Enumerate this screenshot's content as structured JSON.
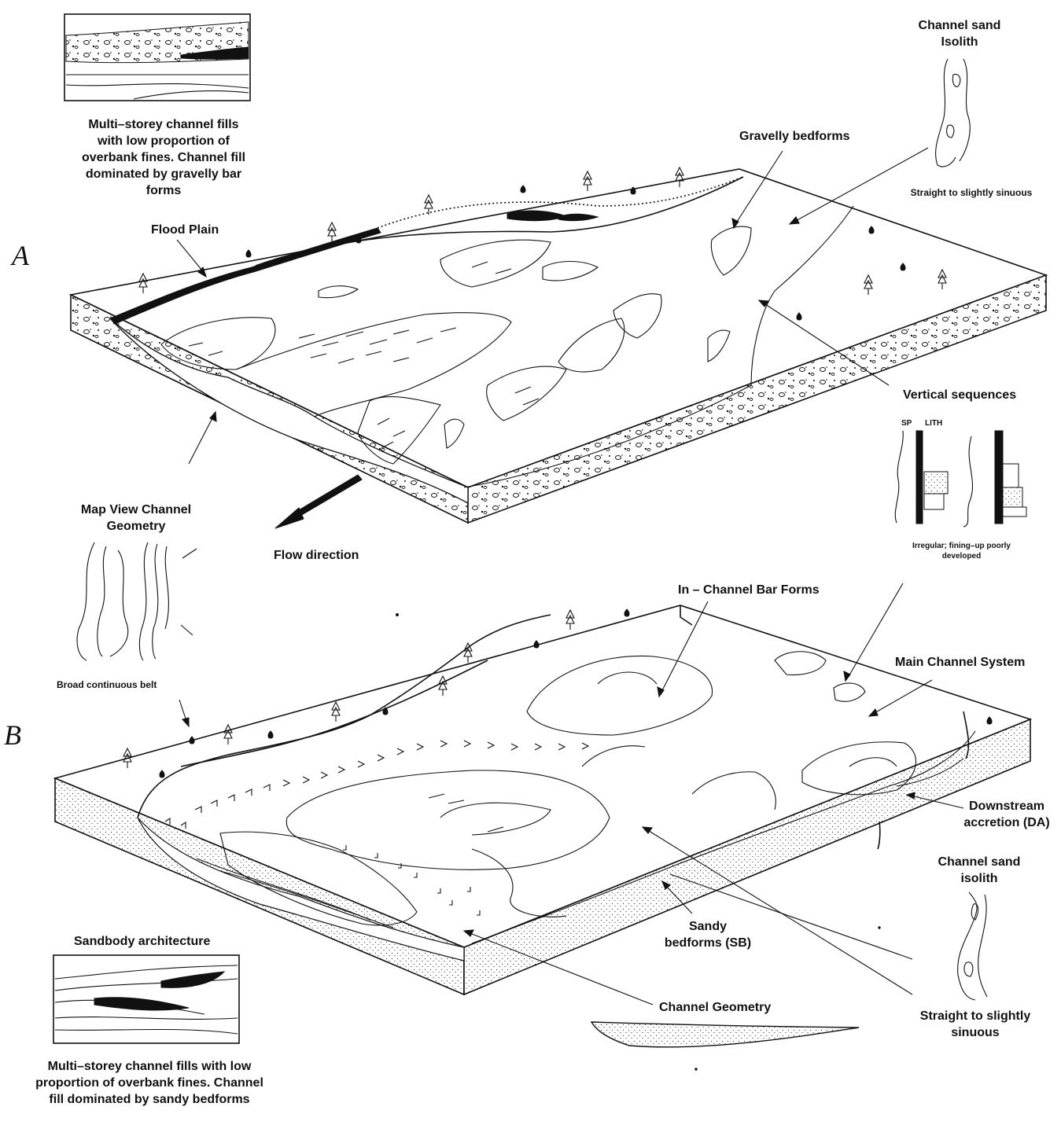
{
  "panels": {
    "a_letter": "A",
    "b_letter": "B"
  },
  "panel_a": {
    "inset_caption": "Multi–storey channel fills with low proportion of overbank fines. Channel fill dominated by gravelly bar forms",
    "isolith_title": "Channel sand Isolith",
    "isolith_caption": "Straight to slightly sinuous",
    "gravelly_bedforms": "Gravelly bedforms",
    "flood_plain": "Flood Plain",
    "vertical_sequences": "Vertical sequences",
    "log_sp": "SP",
    "log_lith": "LITH",
    "log_caption": "Irregular; fining–up poorly developed",
    "map_view": "Map View Channel Geometry",
    "broad_belt": "Broad continuous belt",
    "flow_direction": "Flow direction"
  },
  "panel_b": {
    "bar_forms": "In – Channel Bar Forms",
    "main_channel": "Main Channel System",
    "downstream_accretion": "Downstream accretion (DA)",
    "isolith_title": "Channel sand isolith",
    "isolith_caption": "Straight to slightly sinuous",
    "sandy_bedforms": "Sandy bedforms (SB)",
    "channel_geometry": "Channel Geometry",
    "sandbody_title": "Sandbody architecture",
    "sandbody_caption": "Multi–storey channel fills with low proportion of overbank fines. Channel fill dominated by sandy bedforms"
  },
  "colors": {
    "ink": "#111111",
    "paper": "#ffffff"
  }
}
